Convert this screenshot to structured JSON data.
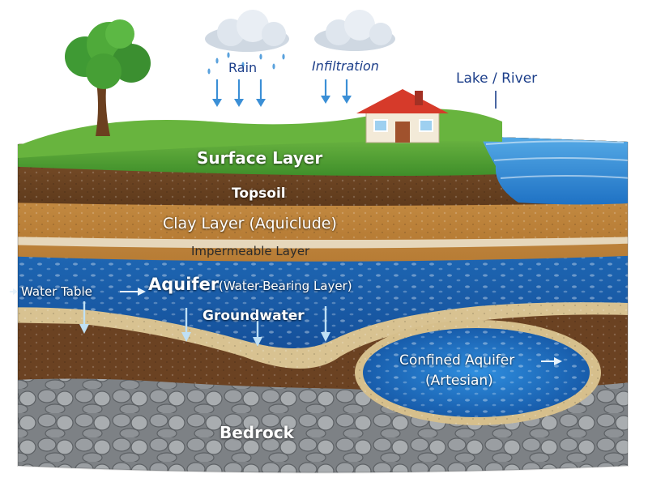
{
  "labels": {
    "rain": "Rain",
    "infiltration": "Infiltration",
    "lake_river": "Lake / River",
    "surface_layer": "Surface Layer",
    "topsoil": "Topsoil",
    "clay_layer": "Clay Layer (Aquiclude)",
    "impermeable_layer": "Impermeable Layer",
    "water_table": "Water Table",
    "aquifer": "Aquifer",
    "aquifer_sub": "(Water-Bearing Layer)",
    "groundwater": "Groundwater",
    "confined_aquifer": "Confined Aquifer",
    "artesian": "(Artesian)",
    "bedrock": "Bedrock"
  },
  "colors": {
    "grass": "#5aa83a",
    "topsoil": "#7a4b26",
    "clay": "#c98f43",
    "impermeable": "#e3d3b6",
    "aquifer": "#1f6dbf",
    "sand": "#dcc79a",
    "bedrock": "#8a8e92",
    "arrow": "#3b8fd6",
    "label_dark": "#1d3f8a"
  },
  "icons": [
    "cloud-icon",
    "tree-icon",
    "house-icon",
    "arrow-down-icon"
  ]
}
